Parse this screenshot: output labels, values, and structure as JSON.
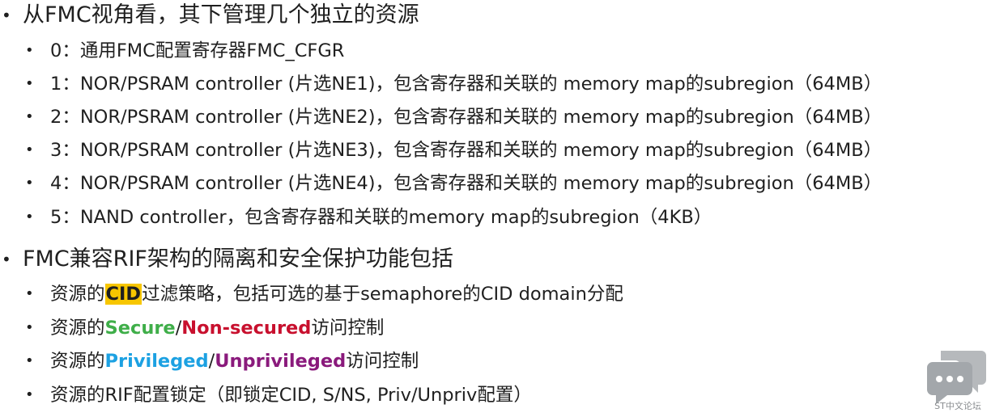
{
  "bullet_glyph": "•",
  "section1": {
    "heading": "从FMC视角看，其下管理几个独立的资源",
    "items": [
      "0：通用FMC配置寄存器FMC_CFGR",
      "1：NOR/PSRAM controller (片选NE1)，包含寄存器和关联的 memory map的subregion（64MB）",
      "2：NOR/PSRAM controller (片选NE2)，包含寄存器和关联的 memory map的subregion（64MB）",
      "3：NOR/PSRAM controller (片选NE3)，包含寄存器和关联的 memory map的subregion（64MB）",
      "4：NOR/PSRAM controller (片选NE4)，包含寄存器和关联的 memory map的subregion（64MB）",
      "5：NAND controller，包含寄存器和关联的memory map的subregion（4KB）"
    ]
  },
  "section2": {
    "heading": "FMC兼容RIF架构的隔离和安全保护功能包括",
    "item1": {
      "prefix": "资源的",
      "highlight": "CID",
      "suffix": "过滤策略，包括可选的基于semaphore的CID domain分配"
    },
    "item2": {
      "prefix": "资源的",
      "secure": "Secure",
      "slash": "/",
      "nonsecured": "Non-secured",
      "suffix": "访问控制"
    },
    "item3": {
      "prefix": "资源的",
      "privileged": "Privileged",
      "slash": "/",
      "unprivileged": "Unprivileged",
      "suffix": "访问控制"
    },
    "item4": "资源的RIF配置锁定（即锁定CID, S/NS, Priv/Unpriv配置）"
  },
  "logo": {
    "icon": "chat-bubbles-icon",
    "label": "ST中文论坛",
    "color": "#a3a7ab"
  }
}
